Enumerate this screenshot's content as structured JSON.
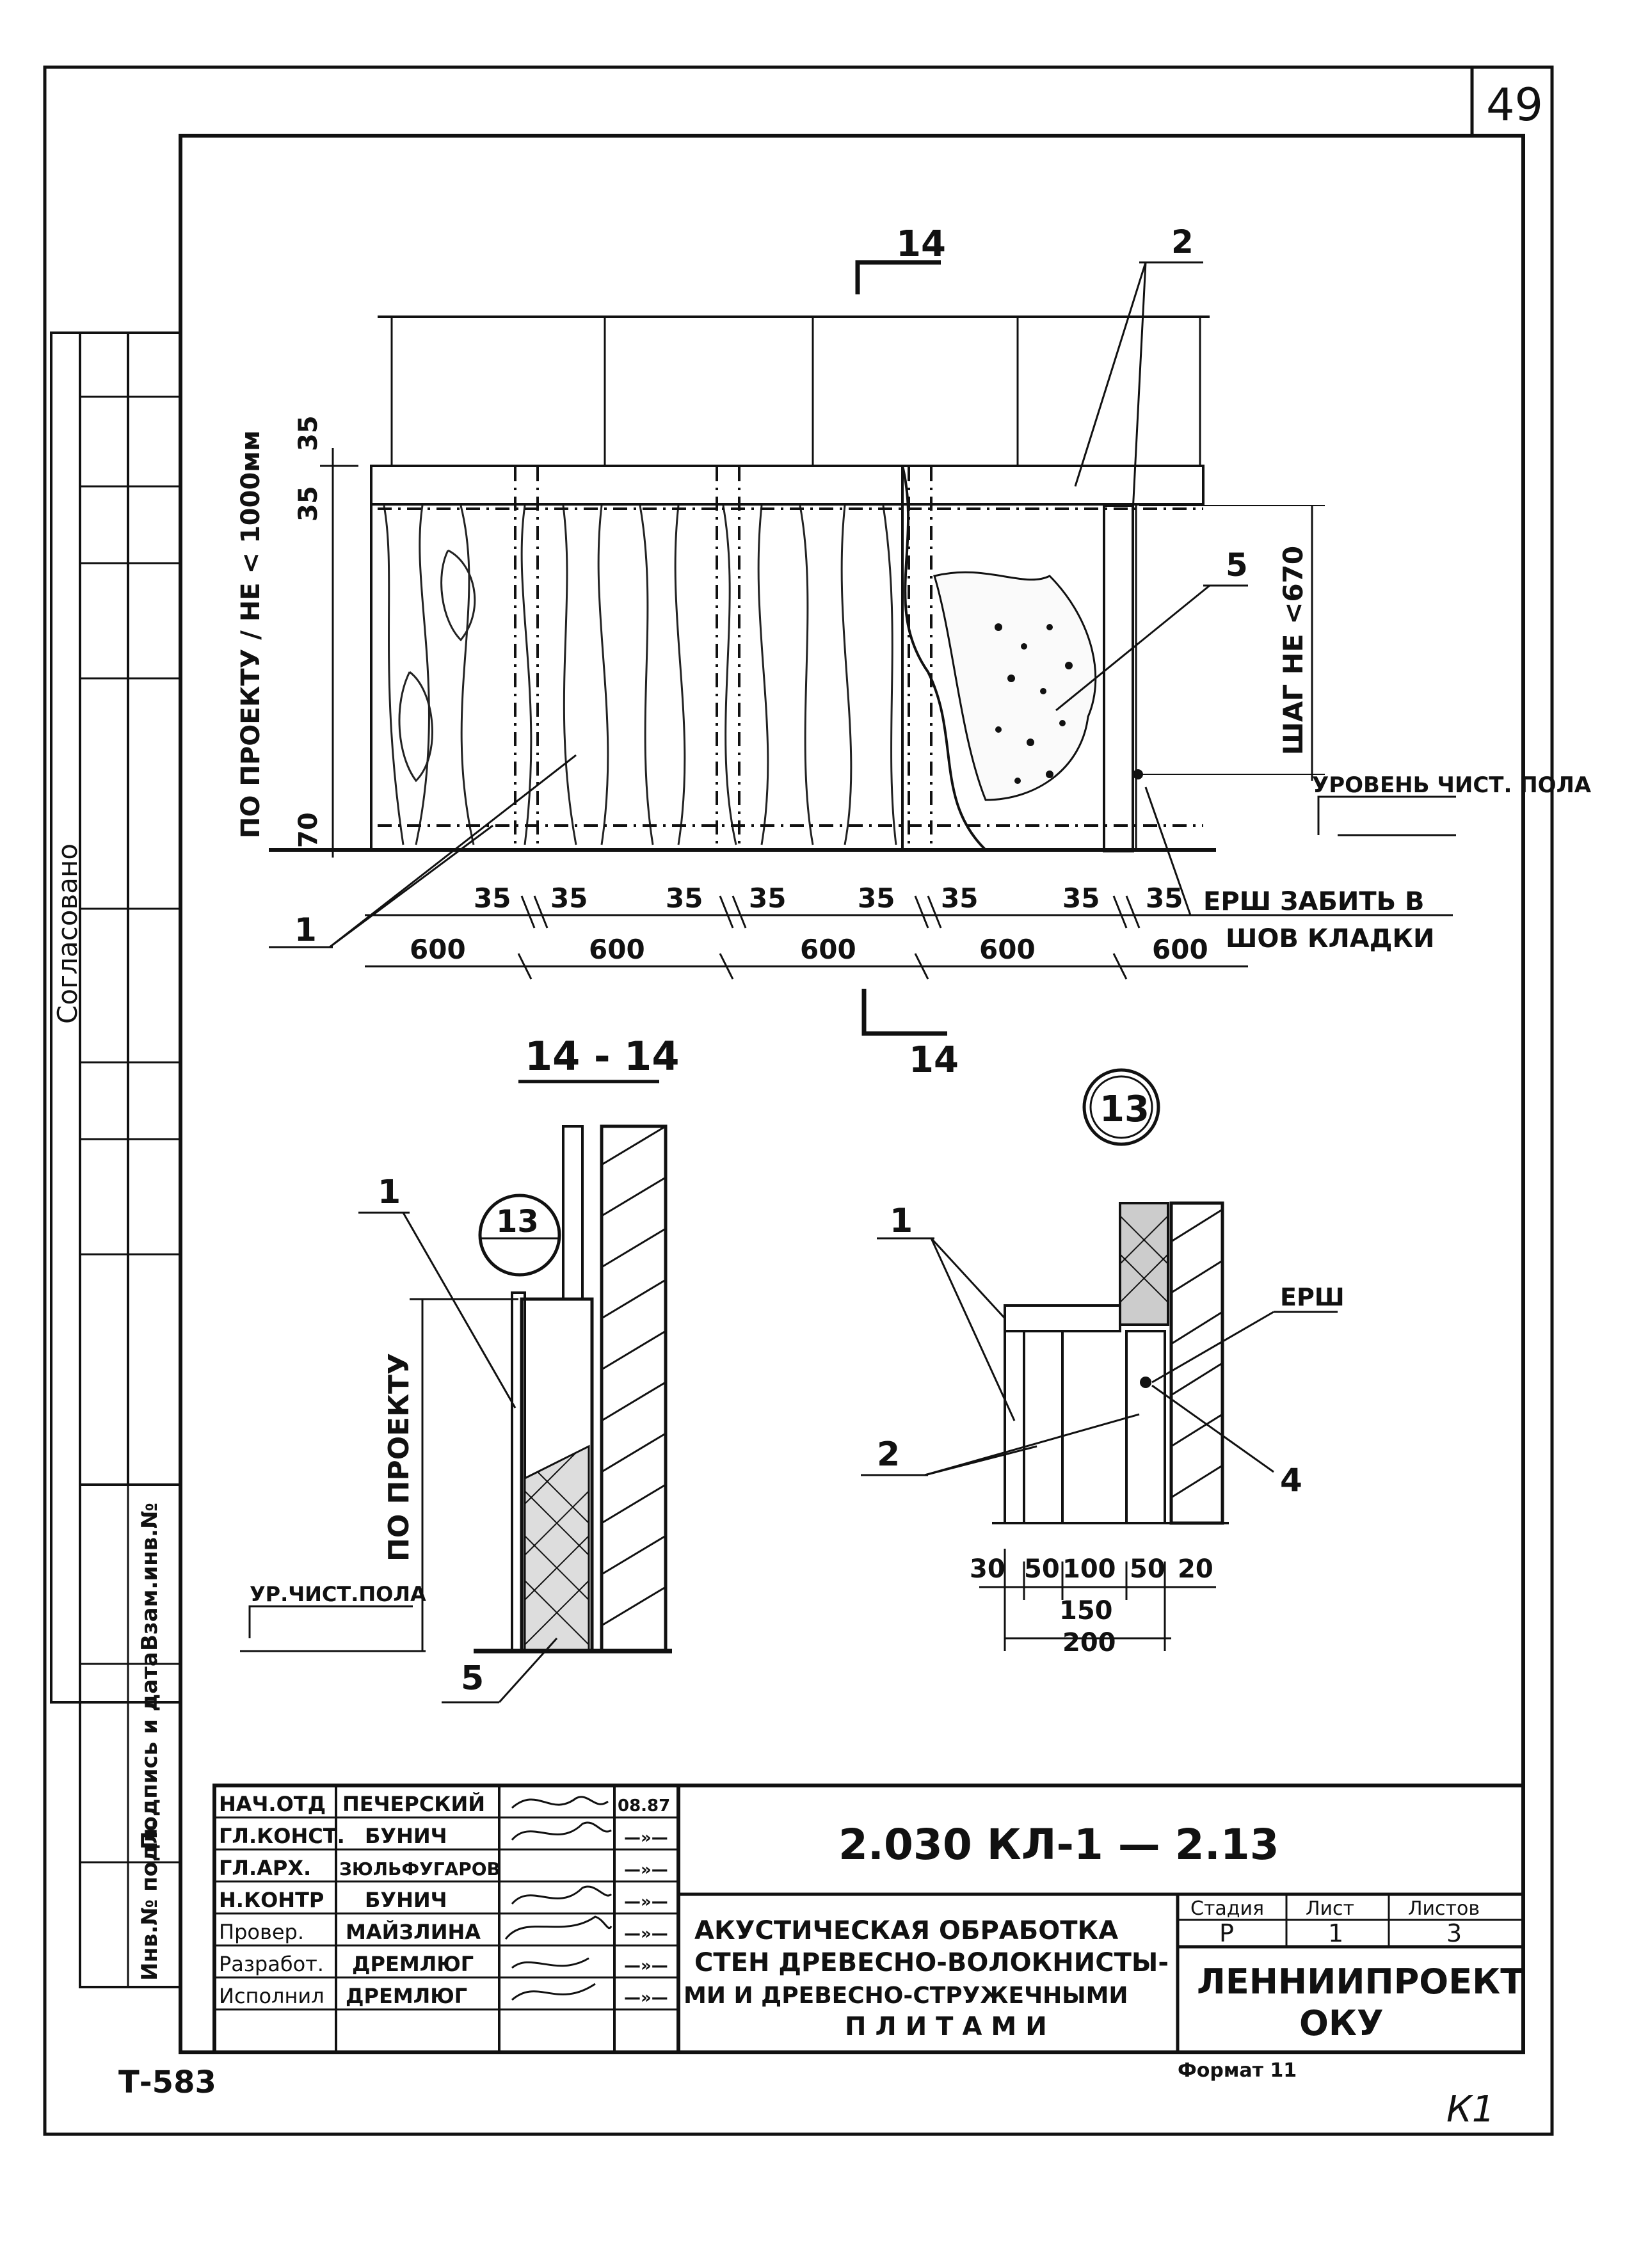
{
  "page_number": "49",
  "corner_mark": "К1",
  "archive_number": "Т-583",
  "side_strip": {
    "agreed_stamp": "Согласовано",
    "inv_replaced": "Взам.инв.№",
    "signature_date": "Подпись и дата",
    "inv_original": "Инв.№ подл."
  },
  "elevation": {
    "section_mark": "14",
    "callouts": [
      "1",
      "2",
      "5"
    ],
    "height_dim": "ПО ПРОЕКТУ / НЕ < 1000мм",
    "pitch_dim": "ШАГ НЕ <670",
    "top_dims": [
      "35",
      "35"
    ],
    "bottom_dim": "70",
    "floor_label": "УРОВЕНЬ ЧИСТ. ПОЛА",
    "ruff_note_1": "ЕРШ ЗАБИТЬ В",
    "ruff_note_2": "ШОВ  КЛАДКИ",
    "small_dims": [
      "35",
      "35",
      "35",
      "35",
      "35",
      "35",
      "35",
      "35"
    ],
    "spacing_dims": [
      "600",
      "600",
      "600",
      "600",
      "600"
    ]
  },
  "section": {
    "title": "14 - 14",
    "callout_1": "1",
    "callout_5": "5",
    "node_ref": "13",
    "height_label": "ПО ПРОЕКТУ",
    "floor_label": "УР.ЧИСТ.ПОЛА"
  },
  "detail": {
    "node_label": "13",
    "callout_1": "1",
    "callout_2": "2",
    "callout_4": "4",
    "ruff_label": "ЕРШ",
    "dims": [
      "30",
      "50",
      "100",
      "50",
      "20"
    ],
    "sub_dims": [
      "150",
      "200"
    ]
  },
  "title_block": {
    "signers": [
      {
        "role": "НАЧ.ОТД",
        "name": "ПЕЧЕРСКИЙ",
        "date": "08.87"
      },
      {
        "role": "ГЛ.КОНСТ.",
        "name": "БУНИЧ",
        "date": "—»—"
      },
      {
        "role": "ГЛ.АРХ.",
        "name": "ЗЮЛЬФУГАРОВ",
        "date": "—»—"
      },
      {
        "role": "Н.КОНТР",
        "name": "БУНИЧ",
        "date": "—»—"
      },
      {
        "role": "Провер.",
        "name": "МАЙЗЛИНА",
        "date": "—»—"
      },
      {
        "role": "Разработ.",
        "name": "ДРЕМЛЮГ",
        "date": "—»—"
      },
      {
        "role": "Исполнил",
        "name": "ДРЕМЛЮГ",
        "date": "—»—"
      }
    ],
    "document_code": "2.030 КЛ-1 — 2.13",
    "title_lines": [
      "АКУСТИЧЕСКАЯ ОБРАБОТКА",
      "СТЕН ДРЕВЕСНО-ВОЛОКНИСТЫ-",
      "МИ И ДРЕВЕСНО-СТРУЖЕЧНЫМИ",
      "ПЛИТАМИ"
    ],
    "stage_header": "Стадия",
    "sheet_header": "Лист",
    "sheets_header": "Листов",
    "stage": "Р",
    "sheet": "1",
    "sheets_total": "3",
    "organization_1": "ЛЕННИИПРОЕКТ",
    "organization_2": "ОКУ",
    "format": "Формат 11"
  }
}
